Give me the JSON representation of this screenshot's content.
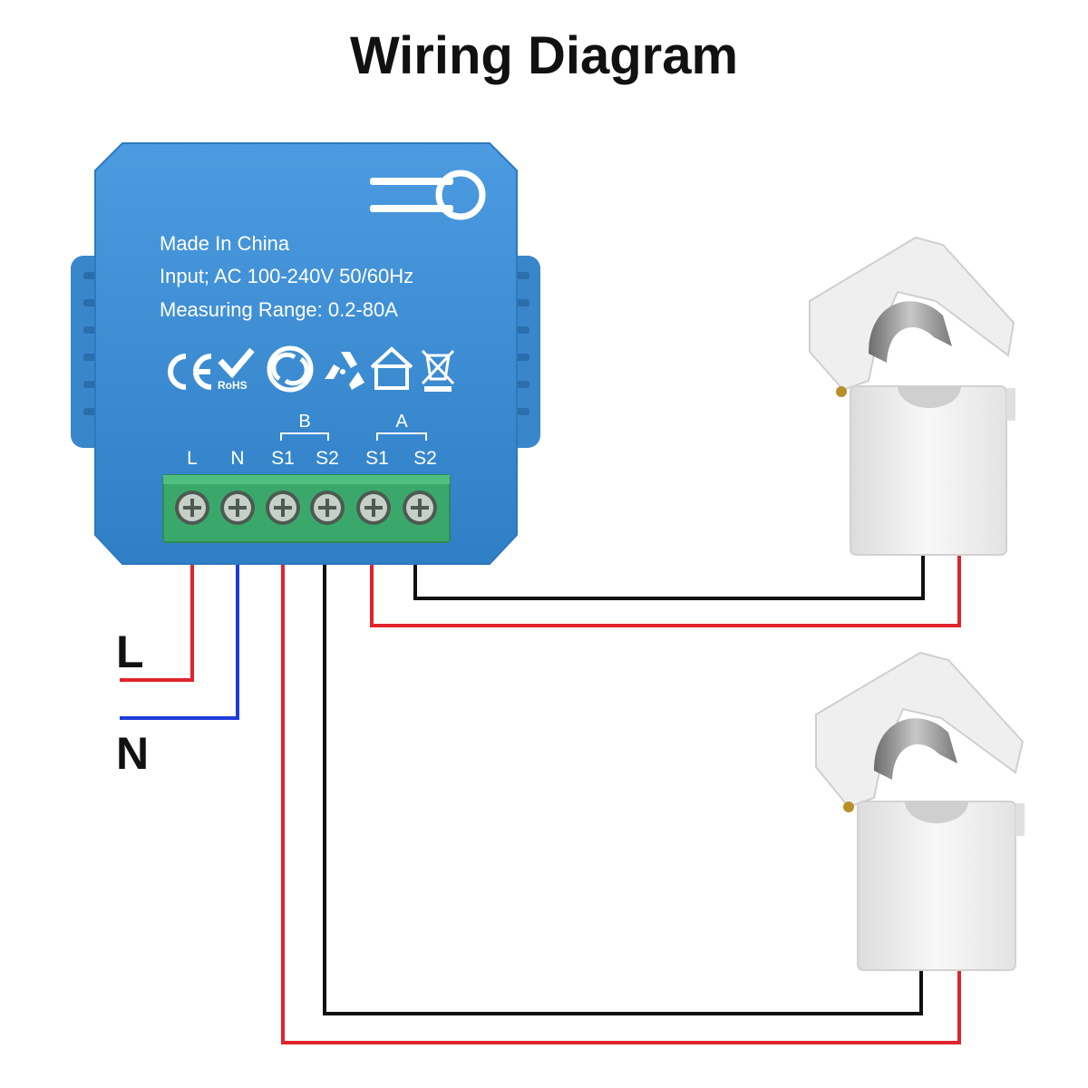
{
  "title": "Wiring Diagram",
  "device": {
    "line1": "Made In China",
    "line2": "Input; AC 100-240V 50/60Hz",
    "line3": "Measuring Range: 0.2-80A",
    "rohs_text": "RoHS",
    "group_b": "B",
    "group_a": "A",
    "terminals": [
      "L",
      "N",
      "S1",
      "S2",
      "S1",
      "S2"
    ]
  },
  "mains": {
    "l_label": "L",
    "n_label": "N"
  },
  "colors": {
    "device_blue": "#3d8fd4",
    "terminal_green": "#3aa86b",
    "wire_red": "#e0242c",
    "wire_blue": "#1e3cdc",
    "wire_black": "#111111",
    "clamp_white": "#f1f1f1",
    "clamp_metal": "#9a9a9a"
  },
  "icons": [
    "ce-mark-icon",
    "rohs-check-icon",
    "green-dot-icon",
    "recycle-icon",
    "house-icon",
    "weee-bin-icon",
    "reset-button-icon"
  ]
}
